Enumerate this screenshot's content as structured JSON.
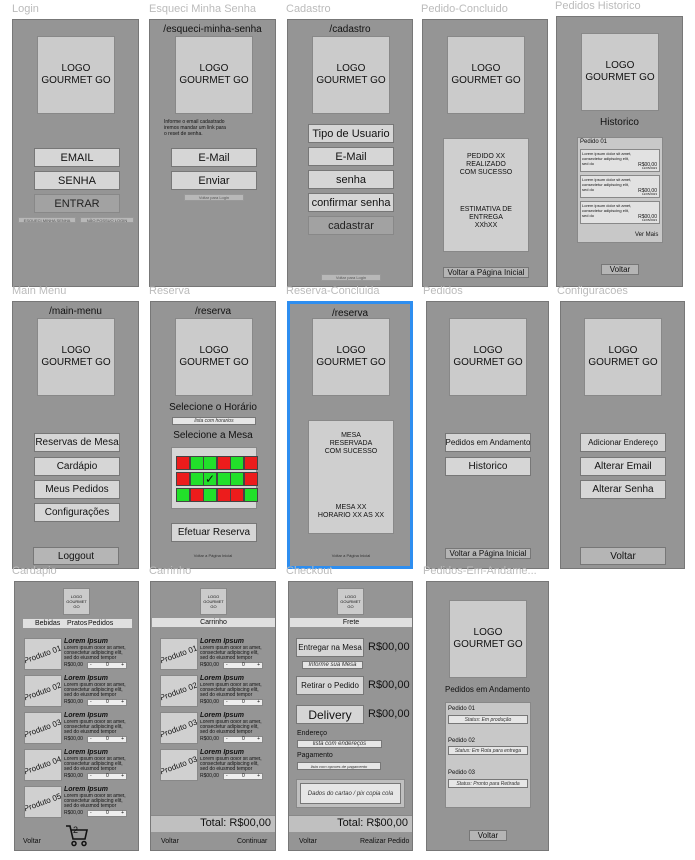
{
  "colors": {
    "frame": "#959595",
    "button": "#d6d6d6",
    "selected_border": "#2e8ef0",
    "seat_available": "#22e02a",
    "seat_taken": "#ec1c1c"
  },
  "frames": {
    "login": {
      "label": "Login",
      "logo": "LOGO\nGOURMET GO",
      "email": "EMAIL",
      "senha": "SENHA",
      "entrar": "ENTRAR",
      "esqueci": "ESQUECI MINHA SENHA",
      "nao_possuo": "NÃO POSSUO LOGIN"
    },
    "esqueci": {
      "label": "Esqueci Minha Senha",
      "path": "/esqueci-minha-senha",
      "logo": "LOGO\nGOURMET GO",
      "info": "Informe o email cadastrado\niremos mandar um link para\no reset de senha.",
      "email": "E-Mail",
      "enviar": "Enviar",
      "voltar": "Voltar para Login"
    },
    "cadastro": {
      "label": "Cadastro",
      "path": "/cadastro",
      "logo": "LOGO\nGOURMET GO",
      "tipo": "Tipo de Usuario",
      "email": "E-Mail",
      "senha": "senha",
      "confirmar": "confirmar senha",
      "cadastrar": "cadastrar",
      "voltar": "Voltar para Login"
    },
    "pedido_concluido": {
      "label": "Pedido-Concluido",
      "logo": "LOGO\nGOURMET GO",
      "msg1": "PEDIDO XX\nREALIZADO\nCOM SUCESSO",
      "msg2": "ESTIMATIVA DE\nENTREGA\nXXhXX",
      "voltar": "Voltar a Página Inicial"
    },
    "historico": {
      "label": "Pedidos Historico",
      "logo": "LOGO\nGOURMET GO",
      "title": "Historico",
      "pedido": "Pedido 01",
      "items": [
        {
          "text": "Lorem ipsum dolor sit amet, consectetur adipiscing elit, sed do",
          "price": "R$00,00",
          "date": "12/05/2023"
        },
        {
          "text": "Lorem ipsum dolor sit amet, consectetur adipiscing elit, sed do",
          "price": "R$00,00",
          "date": "12/05/2023"
        },
        {
          "text": "Lorem ipsum dolor sit amet, consectetur adipiscing elit, sed do",
          "price": "R$00,00",
          "date": "12/05/2023"
        }
      ],
      "ver_mais": "Ver Mais",
      "voltar": "Voltar"
    },
    "main_menu": {
      "label": "Main Menu",
      "path": "/main-menu",
      "logo": "LOGO\nGOURMET GO",
      "reservas": "Reservas de Mesa",
      "cardapio": "Cardápio",
      "pedidos": "Meus Pedidos",
      "config": "Configurações",
      "logout": "Loggout"
    },
    "reserva": {
      "label": "Reserva",
      "path": "/reserva",
      "logo": "LOGO\nGOURMET GO",
      "sel_horario": "Selecione o Horário",
      "lista": "lista com horarios",
      "sel_mesa": "Selecione a Mesa",
      "efetuar": "Efetuar Reserva",
      "voltar": "Voltar a Página Inicial",
      "check": "✓",
      "seats": [
        [
          "t",
          "a",
          "a",
          "t",
          "a",
          "t"
        ],
        [
          "t",
          "a",
          "s",
          "a",
          "a",
          "t"
        ],
        [
          "a",
          "t",
          "a",
          "t",
          "t",
          "a"
        ]
      ]
    },
    "reserva_concluida": {
      "label": "Reserva-Concluida",
      "path": "/reserva",
      "logo": "LOGO\nGOURMET GO",
      "msg1": "MESA\nRESERVADA\nCOM SUCESSO",
      "msg2": "MESA XX\nHORARIO XX AS XX",
      "voltar": "Voltar a Página Inicial"
    },
    "pedidos": {
      "label": "Pedidos",
      "logo": "LOGO\nGOURMET GO",
      "andamento": "Pedidos em Andamento",
      "historico": "Historico",
      "voltar": "Voltar a Página Inicial"
    },
    "configuracoes": {
      "label": "Configuracoes",
      "logo": "LOGO\nGOURMET GO",
      "endereco": "Adicionar Endereço",
      "email": "Alterar Email",
      "senha": "Alterar Senha",
      "voltar": "Voltar"
    },
    "cardapio": {
      "label": "Cardapio",
      "logo": "LOGO\nGOURMET GO",
      "tabs": [
        "Bebidas",
        "Pratos",
        "Pedidos"
      ],
      "products": [
        {
          "name": "Produto 01",
          "title": "Lorem Ipsum",
          "desc": "Lorem ipsum dolor sit amet, consectetur adipiscing elit, sed do eiusmod tempor",
          "price": "R$00,00",
          "minus": "-",
          "qty": "0",
          "plus": "+"
        },
        {
          "name": "Produto 02",
          "title": "Lorem Ipsum",
          "desc": "Lorem ipsum dolor sit amet, consectetur adipiscing elit, sed do eiusmod tempor",
          "price": "R$00,00",
          "minus": "-",
          "qty": "0",
          "plus": "+"
        },
        {
          "name": "Produto 03",
          "title": "Lorem Ipsum",
          "desc": "Lorem ipsum dolor sit amet, consectetur adipiscing elit, sed do eiusmod tempor",
          "price": "R$00,00",
          "minus": "-",
          "qty": "0",
          "plus": "+"
        },
        {
          "name": "Produto 04",
          "title": "Lorem Ipsum",
          "desc": "Lorem ipsum dolor sit amet, consectetur adipiscing elit, sed do eiusmod tempor",
          "price": "R$00,00",
          "minus": "-",
          "qty": "0",
          "plus": "+"
        },
        {
          "name": "Produto 05",
          "title": "Lorem Ipsum",
          "desc": "Lorem ipsum dolor sit amet, consectetur adipiscing elit, sed do eiusmod tempor",
          "price": "R$00,00",
          "minus": "-",
          "qty": "0",
          "plus": "+"
        }
      ],
      "voltar": "Voltar",
      "cart_count": "2"
    },
    "carrinho": {
      "label": "Carrinho",
      "logo": "LOGO\nGOURMET GO",
      "tab": "Carrinho",
      "products": [
        {
          "name": "Produto 01",
          "title": "Lorem Ipsum",
          "desc": "Lorem ipsum dolor sit amet, consectetur adipiscing elit, sed do eiusmod tempor",
          "price": "R$00,00",
          "minus": "-",
          "qty": "0",
          "plus": "+"
        },
        {
          "name": "Produto 02",
          "title": "Lorem Ipsum",
          "desc": "Lorem ipsum dolor sit amet, consectetur adipiscing elit, sed do eiusmod tempor",
          "price": "R$00,00",
          "minus": "-",
          "qty": "0",
          "plus": "+"
        },
        {
          "name": "Produto 03",
          "title": "Lorem Ipsum",
          "desc": "Lorem ipsum dolor sit amet, consectetur adipiscing elit, sed do eiusmod tempor",
          "price": "R$00,00",
          "minus": "-",
          "qty": "0",
          "plus": "+"
        },
        {
          "name": "Produto 03",
          "title": "Lorem Ipsum",
          "desc": "Lorem ipsum dolor sit amet, consectetur adipiscing elit, sed do eiusmod tempor",
          "price": "R$00,00",
          "minus": "-",
          "qty": "0",
          "plus": "+"
        }
      ],
      "total": "Total: R$00,00",
      "voltar": "Voltar",
      "continuar": "Continuar"
    },
    "checkout": {
      "label": "Checkout",
      "logo": "LOGO\nGOURMET GO",
      "tab": "Frete",
      "entregar": "Entregar na Mesa",
      "entregar_price": "R$00,00",
      "informe": "Informe sua Mesa",
      "retirar": "Retirar o Pedido",
      "retirar_price": "R$00,00",
      "delivery": "Delivery",
      "delivery_price": "R$00,00",
      "endereco_label": "Endereço",
      "endereco_list": "lista com endereços",
      "pagamento_label": "Pagamento",
      "pagamento_list": "lista com opcoes de pagamento",
      "cartao": "Dados do cartao / pix copia cola",
      "total": "Total: R$00,00",
      "voltar": "Voltar",
      "realizar": "Realizar Pedido"
    },
    "pedidos_andamento": {
      "label": "Pedidos-Em-Andame...",
      "logo": "LOGO\nGOURMET GO",
      "title": "Pedidos em Andamento",
      "orders": [
        {
          "name": "Pedido 01",
          "status": "Status: Em produção"
        },
        {
          "name": "Pedido 02",
          "status": "Status: Em Rota para entrega"
        },
        {
          "name": "Pedido 03",
          "status": "Status: Pronto para Retirada"
        }
      ],
      "voltar": "Voltar"
    }
  }
}
